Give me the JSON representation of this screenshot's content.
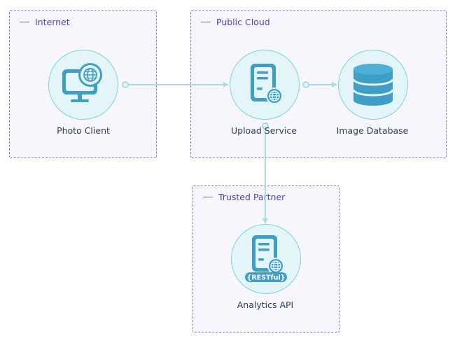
{
  "colors": {
    "zone_border": "#8278d6",
    "zone_fill": "#f8f6fd",
    "zone_label": "#4a45b8",
    "node_fill": "#e3f5f8",
    "node_border": "#7ed0de",
    "icon": "#3e9ec6",
    "connector": "#a9dbe6",
    "node_label": "#2f3e52"
  },
  "zones": {
    "internet": {
      "label": "Internet"
    },
    "public_cloud": {
      "label": "Public Cloud"
    },
    "trusted_partner": {
      "label": "Trusted Partner"
    }
  },
  "nodes": {
    "photo_client": {
      "label": "Photo Client",
      "icon": "monitor-globe-icon"
    },
    "upload_service": {
      "label": "Upload Service",
      "icon": "server-globe-icon"
    },
    "image_database": {
      "label": "Image Database",
      "icon": "database-icon"
    },
    "analytics_api": {
      "label": "Analytics API",
      "icon": "server-globe-icon",
      "badge": "{RESTful}"
    }
  },
  "connections": [
    {
      "from": "photo_client",
      "to": "upload_service"
    },
    {
      "from": "upload_service",
      "to": "image_database"
    },
    {
      "from": "upload_service",
      "to": "analytics_api"
    }
  ]
}
